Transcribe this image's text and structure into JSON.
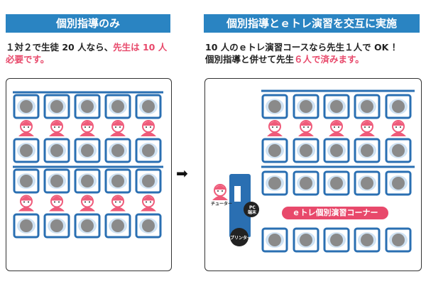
{
  "left": {
    "title": "個別指導のみ",
    "caption_line1": "１対２で生徒 20 人なら、",
    "caption_highlight": "先生は 10 人",
    "caption_line2": "必要です。"
  },
  "right": {
    "title": "個別指導とｅトレ演習を交互に実施",
    "caption_line1": "10 人のｅトレ演習コースなら先生１人で OK ！",
    "caption_line2_prefix": "個別指導と併せて先生",
    "caption_highlight": "６人で済みます。",
    "label_tutor": "チューター",
    "label_pc": "PC",
    "label_pc2": "端末",
    "label_printer": "プリンター",
    "corner_label": "ｅトレ個別演習コーナー"
  },
  "arrow": "➡",
  "colors": {
    "banner": "#2a84c2",
    "highlight": "#e8496b",
    "desk": "#2a6fb2",
    "seat": "#8a8a8a",
    "teacher": "#ef5b7a"
  }
}
